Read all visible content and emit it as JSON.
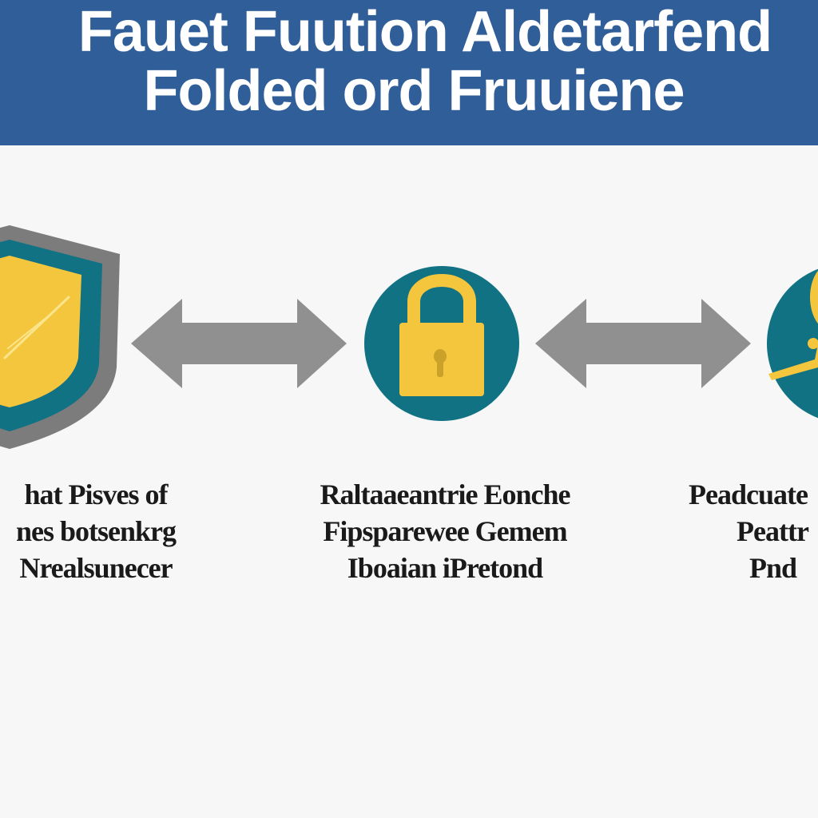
{
  "header": {
    "title_line1": "Fauet Fuution Aldetarfend",
    "title_line2": "Folded ord Fruuiene",
    "background_color": "#2f5e99"
  },
  "steps": [
    {
      "icon": "shield-icon",
      "caption_lines": [
        "hat Pisves of",
        "nes botsenkrg",
        "Nrealsunecer"
      ]
    },
    {
      "icon": "padlock-icon",
      "caption_lines": [
        "Raltaaeantrie Eonche",
        "Fipsparewee Gemem",
        "Iboaian iPretond"
      ]
    },
    {
      "icon": "key-icon",
      "caption_lines": [
        "Peadcuate",
        "Peattr",
        "Pnd"
      ]
    }
  ],
  "connectors": [
    {
      "icon": "double-arrow-icon"
    },
    {
      "icon": "double-arrow-icon"
    }
  ],
  "colors": {
    "teal": "#117284",
    "gold": "#f3c63d",
    "arrow_gray": "#909090",
    "shield_gray": "#7c7c7c"
  }
}
